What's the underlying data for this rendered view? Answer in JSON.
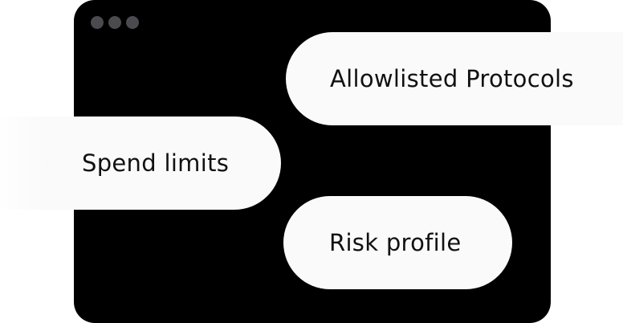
{
  "tags": {
    "allowlisted_protocols": "Allowlisted Protocols",
    "spend_limits": "Spend limits",
    "risk_profile": "Risk profile"
  },
  "colors": {
    "window_background": "#000000",
    "pill_background": "#fafafa",
    "pill_text": "#111111",
    "window_dots": "#4a4a4f"
  }
}
